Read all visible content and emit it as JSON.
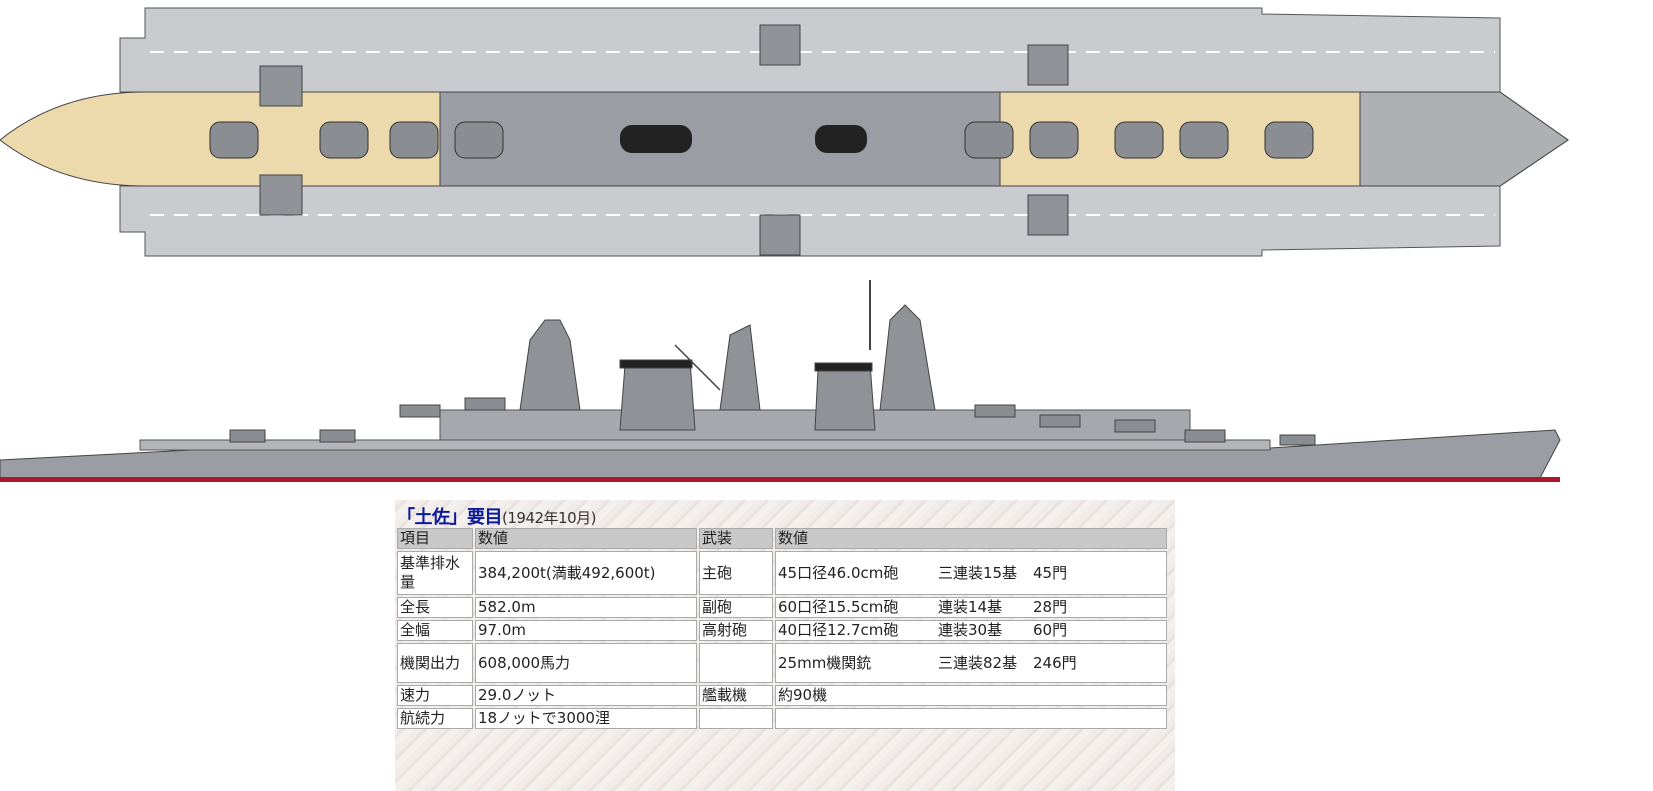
{
  "colors": {
    "deck": "#c9cbce",
    "teak": "#ecd9ac",
    "hull": "#9a9da3",
    "dark": "#7d8086",
    "waterline": "#b0162a"
  },
  "specs": {
    "title": "「土佐」要目",
    "date": "(1942年10月)",
    "headers": [
      "項目",
      "数値",
      "武装",
      "数値"
    ],
    "rows": [
      {
        "item": "基準排水量",
        "value": "384,200t(満載492,600t)",
        "arm": "主砲",
        "arm_value": [
          "45口径46.0cm砲",
          "三連装15基",
          "45門"
        ]
      },
      {
        "item": "全長",
        "value": "582.0m",
        "arm": "副砲",
        "arm_value": [
          "60口径15.5cm砲",
          "連装14基",
          "28門"
        ]
      },
      {
        "item": "全幅",
        "value": "97.0m",
        "arm": "高射砲",
        "arm_value": [
          "40口径12.7cm砲",
          "連装30基",
          "60門"
        ]
      },
      {
        "item": "機関出力",
        "value": "608,000馬力",
        "arm": "",
        "arm_value": [
          "25mm機関銃",
          "三連装82基",
          "246門"
        ]
      },
      {
        "item": "速力",
        "value": "29.0ノット",
        "arm": "艦載機",
        "arm_value": [
          "約90機",
          "",
          ""
        ]
      },
      {
        "item": "航続力",
        "value": "18ノットで3000浬",
        "arm": "",
        "arm_value": [
          "",
          "",
          ""
        ]
      }
    ]
  }
}
